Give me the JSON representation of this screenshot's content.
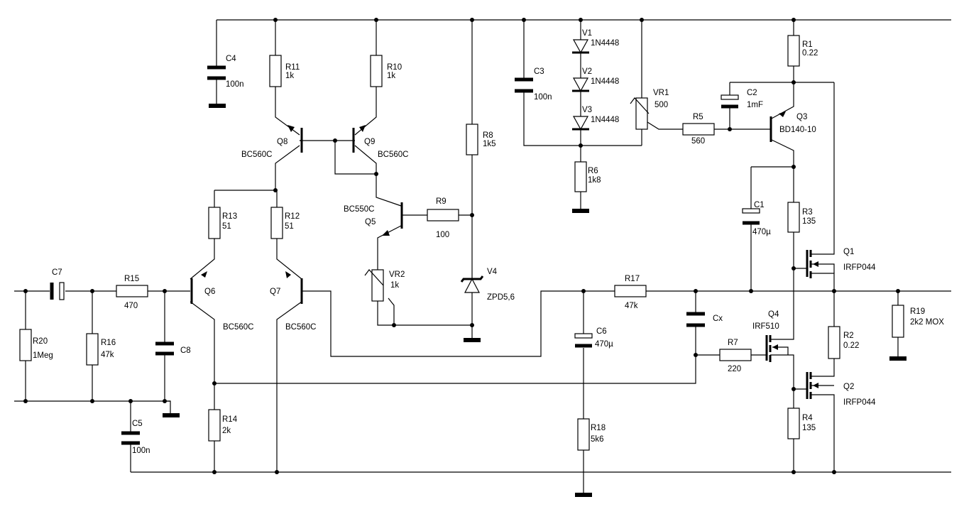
{
  "components": {
    "C4": {
      "ref": "C4",
      "value": "100n"
    },
    "R11": {
      "ref": "R11",
      "value": "1k"
    },
    "R10": {
      "ref": "R10",
      "value": "1k"
    },
    "R8": {
      "ref": "R8",
      "value": "1k5"
    },
    "C3": {
      "ref": "C3",
      "value": "100n"
    },
    "V1": {
      "ref": "V1",
      "value": "1N4448"
    },
    "V2": {
      "ref": "V2",
      "value": "1N4448"
    },
    "V3": {
      "ref": "V3",
      "value": "1N4448"
    },
    "VR1": {
      "ref": "VR1",
      "value": "500"
    },
    "R1": {
      "ref": "R1",
      "value": "0.22"
    },
    "C2": {
      "ref": "C2",
      "value": "1mF"
    },
    "Q3": {
      "ref": "Q3",
      "value": "BD140-10"
    },
    "R5": {
      "ref": "R5",
      "value": "560"
    },
    "R6": {
      "ref": "R6",
      "value": "1k8"
    },
    "Q8": {
      "ref": "Q8",
      "value": "BC560C"
    },
    "Q9": {
      "ref": "Q9",
      "value": "BC560C"
    },
    "Q5": {
      "ref": "Q5",
      "value": "BC550C"
    },
    "R9": {
      "ref": "R9",
      "value": "100"
    },
    "R13": {
      "ref": "R13",
      "value": "51"
    },
    "R12": {
      "ref": "R12",
      "value": "51"
    },
    "C1": {
      "ref": "C1",
      "value": "470µ"
    },
    "R3": {
      "ref": "R3",
      "value": "135"
    },
    "Q1": {
      "ref": "Q1",
      "value": "IRFP044"
    },
    "VR2": {
      "ref": "VR2",
      "value": "1k"
    },
    "V4": {
      "ref": "V4",
      "value": "ZPD5,6"
    },
    "C7": {
      "ref": "C7",
      "value": ""
    },
    "R15": {
      "ref": "R15",
      "value": "470"
    },
    "Q6": {
      "ref": "Q6",
      "value": "BC560C"
    },
    "Q7": {
      "ref": "Q7",
      "value": "BC560C"
    },
    "R17": {
      "ref": "R17",
      "value": "47k"
    },
    "R19": {
      "ref": "R19",
      "value": "2k2 MOX"
    },
    "R20": {
      "ref": "R20",
      "value": "1Meg"
    },
    "R16": {
      "ref": "R16",
      "value": "47k"
    },
    "C8": {
      "ref": "C8",
      "value": ""
    },
    "C6": {
      "ref": "C6",
      "value": "470µ"
    },
    "Cx": {
      "ref": "Cx",
      "value": ""
    },
    "Q4": {
      "ref": "Q4",
      "value": "IRF510"
    },
    "R7": {
      "ref": "R7",
      "value": "220"
    },
    "R2": {
      "ref": "R2",
      "value": "0.22"
    },
    "Q2": {
      "ref": "Q2",
      "value": "IRFP044"
    },
    "C5": {
      "ref": "C5",
      "value": "100n"
    },
    "R14": {
      "ref": "R14",
      "value": "2k"
    },
    "R18": {
      "ref": "R18",
      "value": "5k6"
    },
    "R4": {
      "ref": "R4",
      "value": "135"
    }
  }
}
